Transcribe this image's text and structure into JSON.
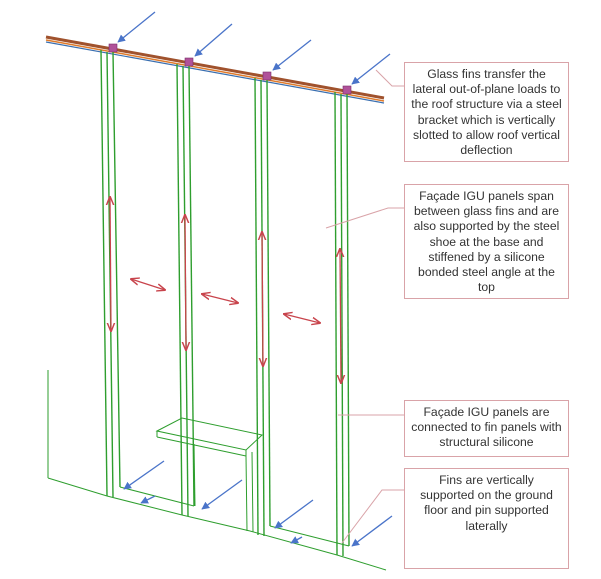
{
  "notes": [
    {
      "text": "Glass fins transfer the lateral out-of-plane loads to the roof structure via a steel bracket which is vertically slotted to allow roof vertical deflection"
    },
    {
      "text": "Façade IGU panels span between glass fins and are also supported by the steel shoe at the base and stiffened by a silicone bonded steel angle at the top"
    },
    {
      "text": "Façade IGU panels are connected to fin panels with structural silicone"
    },
    {
      "text": "Fins are vertically supported on the ground floor and pin supported laterally"
    }
  ],
  "colors": {
    "fin_green": "#2e9e2e",
    "roof_brown": "#a0522d",
    "roof_orange": "#e07a2a",
    "roof_blue": "#3a6fb0",
    "load_arrow_blue": "#4a74c9",
    "movement_arrow_red": "#c8444c",
    "leader_line_pink": "#d9a3a8",
    "note_border": "#d9a3a8",
    "text": "#333333"
  },
  "icons": {
    "load_arrow": "blue-load-arrow-icon",
    "movement_arrow": "red-double-arrow-icon",
    "bracket": "steel-bracket-icon"
  }
}
